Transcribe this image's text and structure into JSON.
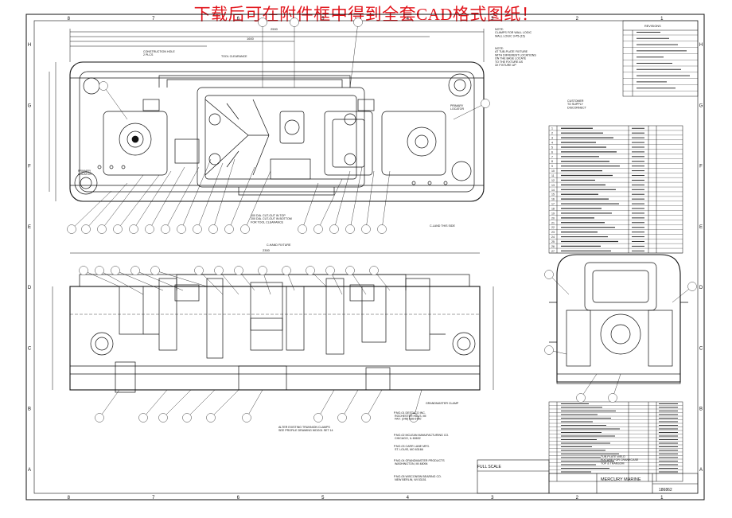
{
  "banner": "下载后可在附件框中得到全套CAD格式图纸！",
  "border": {
    "zones_top": [
      "8",
      "7",
      "6",
      "5",
      "4",
      "3",
      "2",
      "1"
    ],
    "zones_side": [
      "H",
      "G",
      "F",
      "E",
      "D",
      "C",
      "B",
      "A"
    ]
  },
  "notes": {
    "top_right_note": "NOTE:\nCLAMPS FOR WALL LOGIC\nWALL LOGIC 3-P5-(15)",
    "note2": "NOTE:\nAT TUB-PLATE FIXTURE\nWITH DIFFERENT LOCATIONS\nON THE BASE LOCATE\nTO THE FIXTURE AS\n3X FIXTURE UP",
    "customer_supply": "CUSTOMER\nTO SUPPLY\nDISCONNECT",
    "primary_left": "PRIMARY\nLOCATOR",
    "primary_right": "PRIMARY\nLOCATOR",
    "construction_hole": "CONSTRUCTION HOLE\n2 PLCS",
    "tool_clearance": "TOOL CLEARANCE",
    "cut_out": "100 DIA. CUT-OUT IN TOP\n200 DIA. CUT-OUT IN BOTTOM\nFOR TOOL CLEARANCE",
    "c_hand": "C-HAND FIXTURE",
    "c_land": "C-LAND THIS SIDE",
    "alter_existing": "ALTER EXISTING TRUNNION CLAMPS\nSEE PROFILE DRAWING WDG01 SET 14",
    "grandmaster": "GRANDMASTER CLAMP",
    "full_scale": "FULL SCALE",
    "dim_2500": "2500",
    "dim_1600": "1600",
    "dim_2300": "2300"
  },
  "vendors": [
    "P.NO-01  DESTACO INC.\n  ROCHESTER HILLS, MI\n  FAX: (248) 836-6700",
    "P.NO-02  MCLEAN MANUFACTURING CO.\n  CHICAGO, IL 60632",
    "P.NO-03  CARR LANE MFG.\n  ST. LOUIS, MO 63166",
    "P.NO-04  GRANDMASTER PRODUCTS\n  WASHINGTON, MI 48094",
    "P.NO-05  WISCONSIN BEARING CO.\n  NEW BERLIN, WI 53151"
  ],
  "title_block": {
    "company": "MERCURY MARINE",
    "subtitle": "TUB-PLATE WELD\nFIXTURE FOR CRANKCASE\nTOP & TRANSOM",
    "drawing_no": "186862"
  },
  "bom_top_rows": [
    "1",
    "2",
    "3",
    "4",
    "5",
    "6",
    "7",
    "8",
    "9",
    "10",
    "11",
    "12",
    "13",
    "14",
    "15",
    "16",
    "17",
    "18",
    "19",
    "20",
    "21",
    "22",
    "23",
    "24",
    "25",
    "26",
    "27"
  ],
  "bom_bottom_rows": [
    "1",
    "2",
    "3",
    "4",
    "5",
    "6",
    "7",
    "8",
    "9",
    "10",
    "11",
    "12",
    "13",
    "14",
    "15",
    "16",
    "17",
    "18",
    "19",
    "20"
  ],
  "revision_notes": "REVISIONS"
}
